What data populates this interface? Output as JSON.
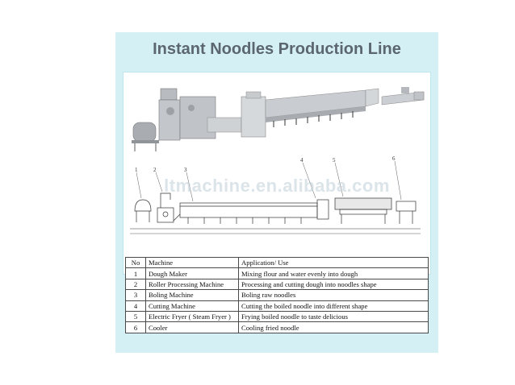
{
  "title": "Instant Noodles Production Line",
  "watermark": "ltmachine.en.alibaba.com",
  "diagram_labels": [
    "1",
    "2",
    "3",
    "4",
    "5",
    "6"
  ],
  "table": {
    "headers": [
      "No",
      "Machine",
      "Application/ Use"
    ],
    "rows": [
      {
        "no": "1",
        "machine": "Dough Maker",
        "use": "Mixing flour and water evenly into dough"
      },
      {
        "no": "2",
        "machine": "Roller Processing Machine",
        "use": "Processing and cutting dough into noodles shape"
      },
      {
        "no": "3",
        "machine": "Boling Machine",
        "use": "Boling raw noodles"
      },
      {
        "no": "4",
        "machine": "Cutting Machine",
        "use": "Cutting the boiled noodle into different shape"
      },
      {
        "no": "5",
        "machine": "Electric Fryer ( Steam Fryer )",
        "use": "Frying boiled noodle to taste delicious"
      },
      {
        "no": "6",
        "machine": "Cooler",
        "use": "Cooling fried noodle"
      }
    ]
  },
  "colors": {
    "slide_bg": "#d4f0f5",
    "title": "#5b6670",
    "machine_metal": "#b8bcc0"
  }
}
